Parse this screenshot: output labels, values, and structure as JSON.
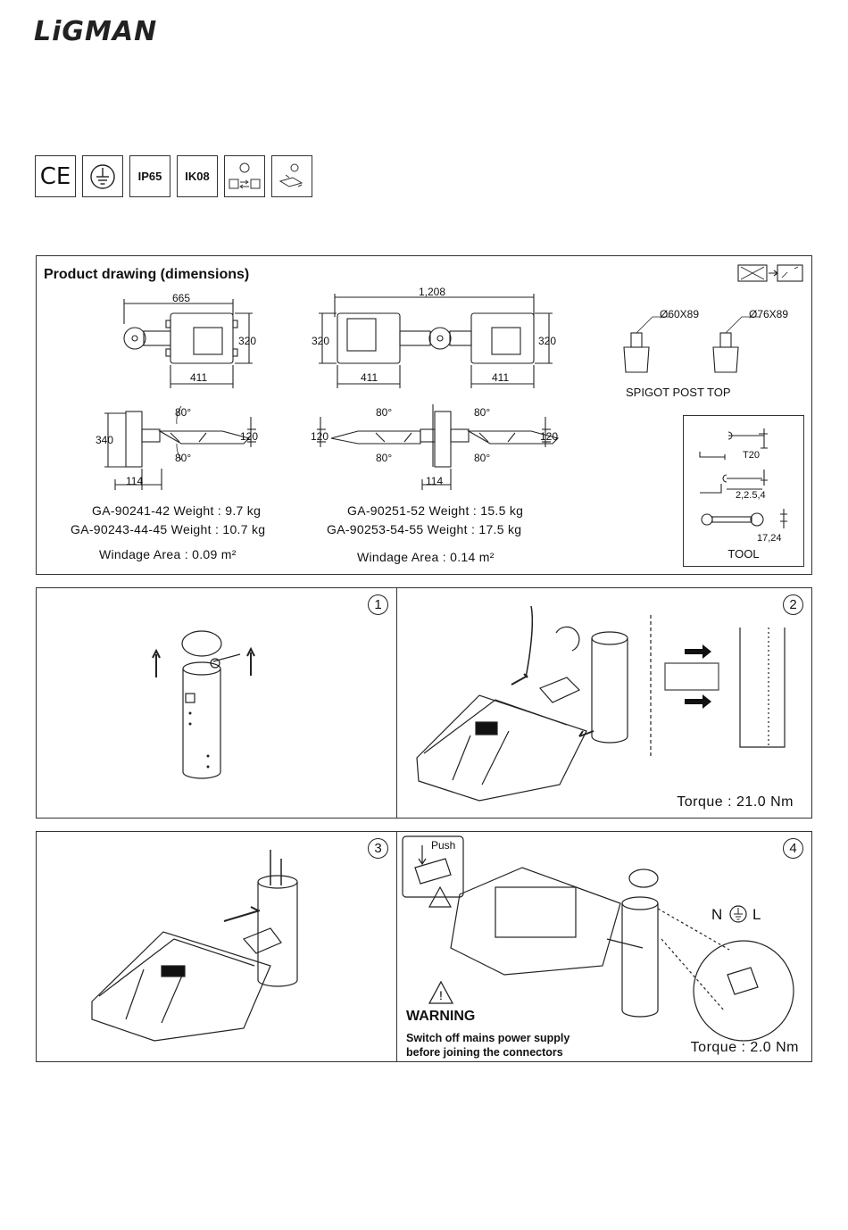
{
  "brand": {
    "logo": "LiGMAN"
  },
  "certifications": [
    {
      "icon": "ce-mark-icon",
      "label": "CE"
    },
    {
      "icon": "earth-ground-icon",
      "label": ""
    },
    {
      "icon": "ip-rating-icon",
      "label": "IP65"
    },
    {
      "icon": "ik-rating-icon",
      "label": "IK08"
    },
    {
      "icon": "swap-ring-icon",
      "label": ""
    },
    {
      "icon": "adjust-tool-icon",
      "label": ""
    }
  ],
  "product_drawing": {
    "title": "Product drawing (dimensions)",
    "dims": {
      "w665": "665",
      "w1208": "1,208",
      "h320a": "320",
      "h320b": "320",
      "h320c": "320",
      "w411a": "411",
      "w411b": "411",
      "w411c": "411",
      "h340": "340",
      "w114a": "114",
      "w114b": "114",
      "h120a": "120",
      "h120b": "120",
      "h120c": "120",
      "a80a": "80°",
      "a80b": "80°",
      "a80c": "80°",
      "a80d": "80°",
      "a80e": "80°",
      "a80f": "80°"
    },
    "spigot": {
      "d60": "Ø60X89",
      "d76": "Ø76X89",
      "label": "SPIGOT POST TOP"
    },
    "tool": {
      "t20": "T20",
      "hex": "2,2.5,4",
      "wrench": "17,24",
      "label": "TOOL"
    },
    "specs": {
      "s1": "GA-90241-42 Weight : 9.7 kg",
      "s2": "GA-90243-44-45 Weight : 10.7 kg",
      "s3": "Windage Area : 0.09 m²",
      "s4": "GA-90251-52 Weight : 15.5 kg",
      "s5": "GA-90253-54-55 Weight : 17.5 kg",
      "s6": "Windage Area : 0.14 m²"
    }
  },
  "steps": [
    {
      "number": "1",
      "torque": ""
    },
    {
      "number": "2",
      "torque": "Torque : 21.0 Nm"
    },
    {
      "number": "3",
      "torque": ""
    },
    {
      "number": "4",
      "torque": "Torque : 2.0 Nm"
    }
  ],
  "step4": {
    "push": "Push",
    "n": "N",
    "l": "L",
    "warning_title": "WARNING",
    "warning_text": "Switch off mains power supply\nbefore joining the connectors"
  }
}
